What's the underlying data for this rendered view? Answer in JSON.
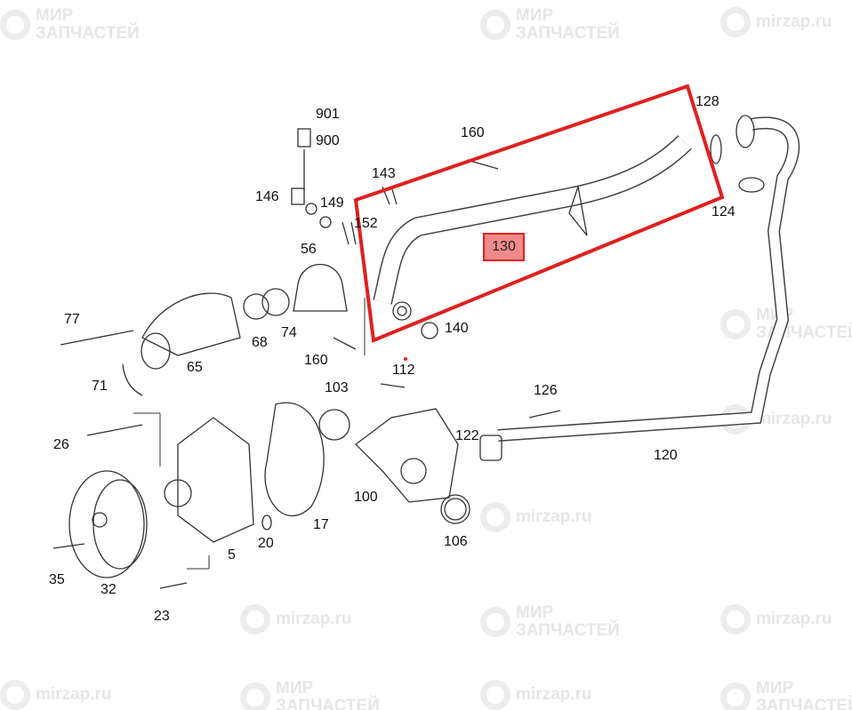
{
  "watermark": {
    "brand_ru": "МИР ЗАПЧАСТЕЙ",
    "brand_url": "mirzap.ru"
  },
  "highlight": {
    "label": "130",
    "color": "#e02020"
  },
  "parts": {
    "p901": "901",
    "p900": "900",
    "p146": "146",
    "p149": "149",
    "p56": "56",
    "p152": "152",
    "p143": "143",
    "p160a": "160",
    "p128": "128",
    "p124": "124",
    "p140": "140",
    "p77": "77",
    "p65": "65",
    "p68": "68",
    "p74": "74",
    "p160b": "160",
    "p112": "112",
    "p71": "71",
    "p103": "103",
    "p126": "126",
    "p26": "26",
    "p122": "122",
    "p120": "120",
    "p100": "100",
    "p106": "106",
    "p17": "17",
    "p20": "20",
    "p5": "5",
    "p35": "35",
    "p32": "32",
    "p23": "23"
  }
}
